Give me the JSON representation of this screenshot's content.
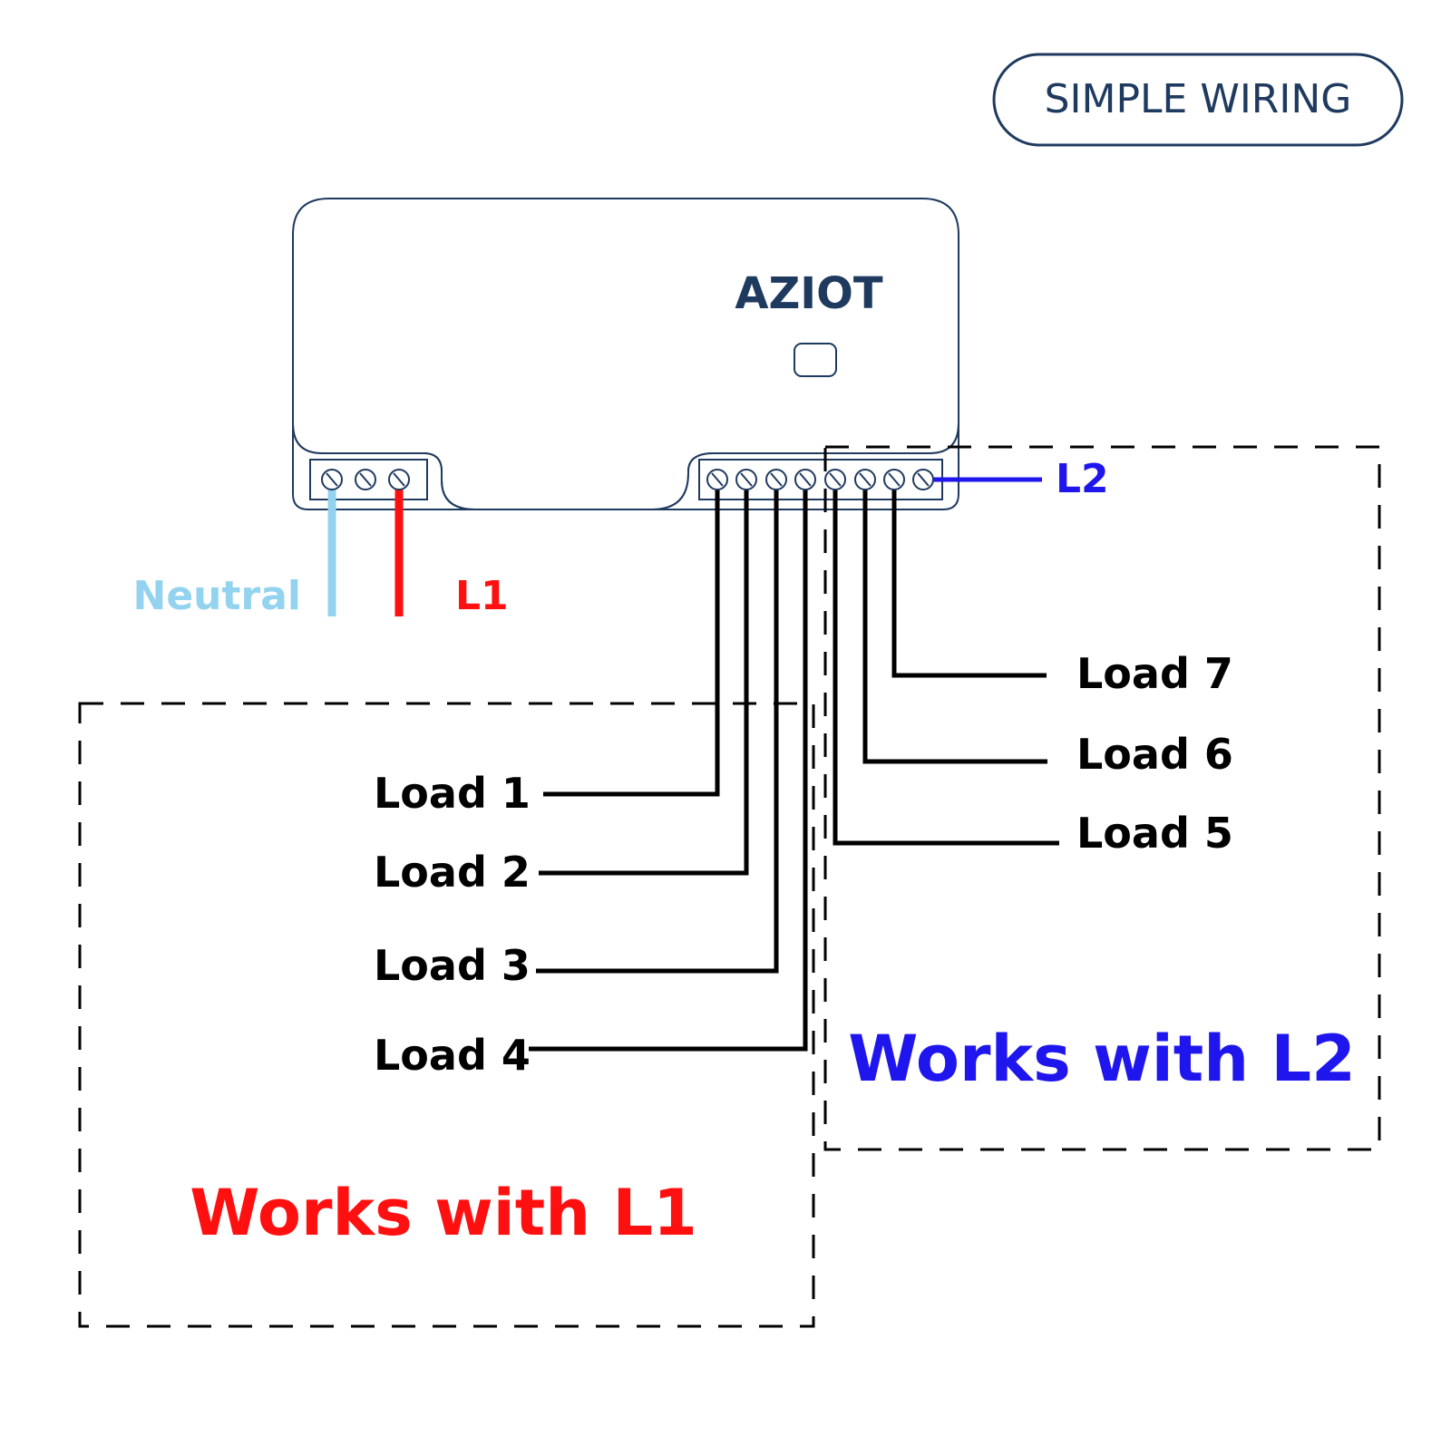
{
  "badge": {
    "text": "SIMPLE WIRING"
  },
  "device": {
    "brand": "AZIOT"
  },
  "labels": {
    "neutral": "Neutral",
    "l1": "L1",
    "l2": "L2",
    "loads": [
      "Load 1",
      "Load 2",
      "Load 3",
      "Load 4",
      "Load 5",
      "Load 6",
      "Load 7"
    ],
    "works_l1": "Works with L1",
    "works_l2": "Works with L2"
  },
  "colors": {
    "outline": "#1f3a5f",
    "neutral": "#93d3f0",
    "l1": "#ff1010",
    "l2": "#1f16ee",
    "wire": "#000000"
  }
}
